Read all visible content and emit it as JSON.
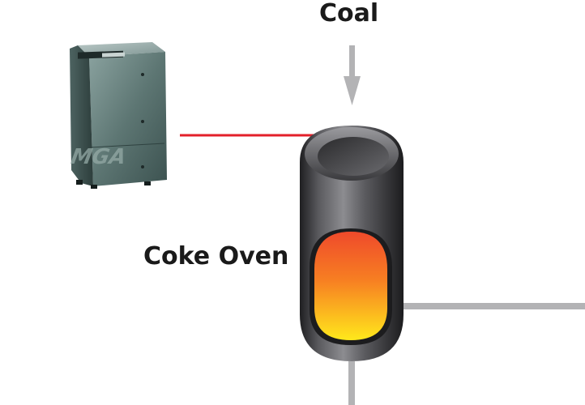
{
  "labels": {
    "coal": "Coal",
    "coke_oven": "Coke Oven"
  },
  "analyzer": {
    "logo": "MGA"
  },
  "colors": {
    "pipe": "#b3b3b5",
    "signal_line": "#e3202a",
    "cabinet": "#5b7471",
    "flame_top": "#f0532a",
    "flame_bottom": "#ffe21a",
    "oven_body": "#4a4a4d"
  },
  "icons": {
    "analyzer": "analyzer-cabinet-icon",
    "oven": "coke-oven-icon",
    "flow_arrow": "arrow-down-icon"
  }
}
